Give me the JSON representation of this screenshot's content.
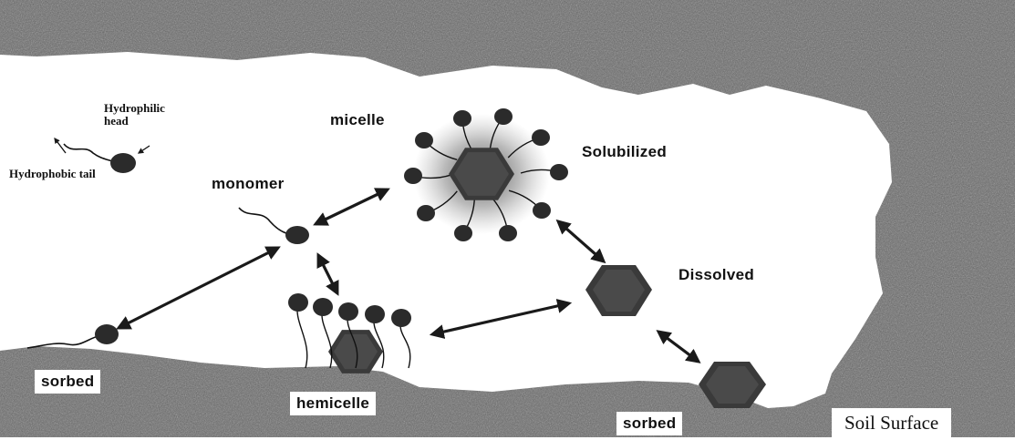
{
  "labels": {
    "hydrophilic_head": "Hydrophilic head",
    "hydrophobic_tail": "Hydrophobic tail",
    "micelle": "micelle",
    "solubilized": "Solubilized",
    "monomer": "monomer",
    "dissolved": "Dissolved",
    "sorbed_left": "sorbed",
    "hemicelle": "hemicelle",
    "sorbed_bottom": "sorbed",
    "soil_surface": "Soil Surface"
  },
  "colors": {
    "soil": "#6e6e6e",
    "pore": "#ffffff",
    "surfactant_head": "#2b2b2b",
    "contaminant": "#3a3a3a",
    "arrow": "#1a1a1a"
  },
  "icons": {
    "surfactant": "surfactant-molecule-icon",
    "contaminant": "hexagon-contaminant-icon"
  }
}
